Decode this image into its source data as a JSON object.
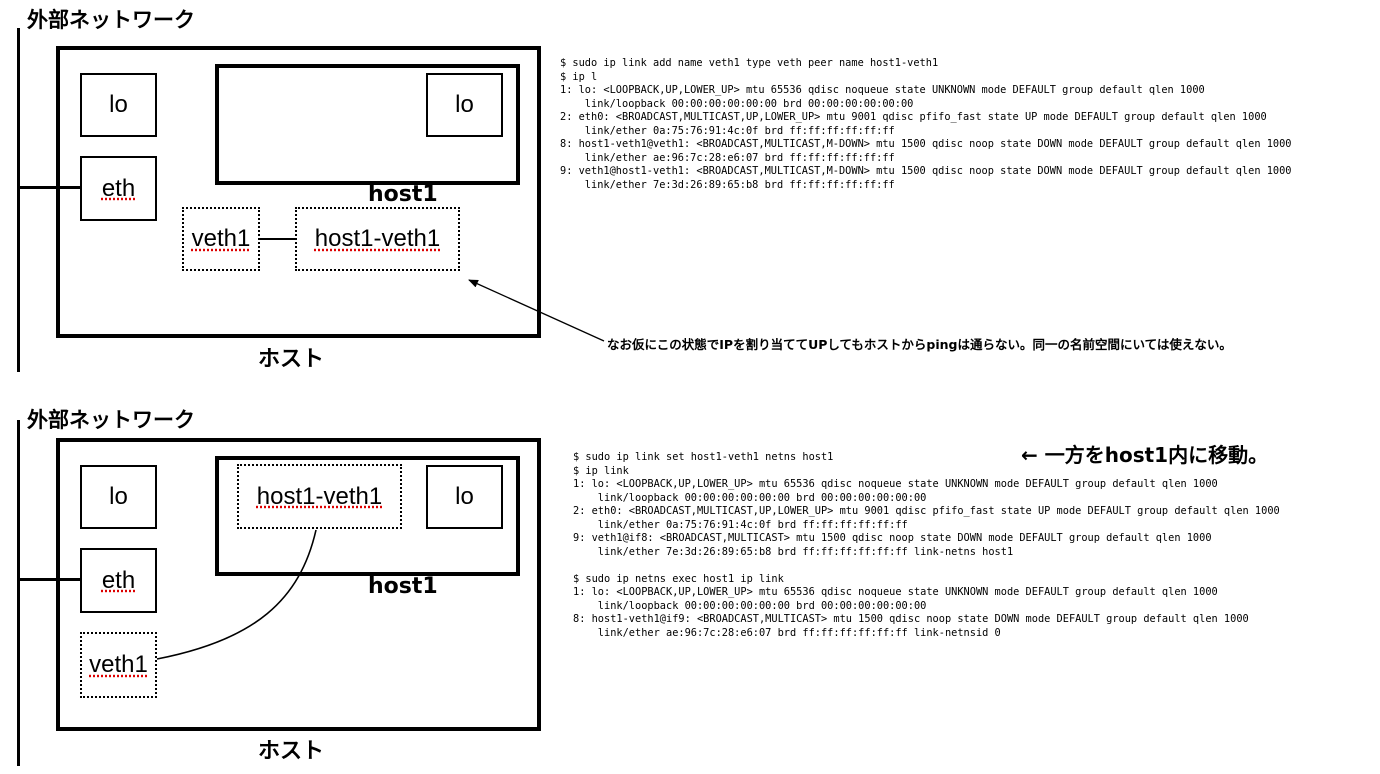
{
  "top": {
    "external_label": "外部ネットワーク",
    "lo_left": "lo",
    "eth": "eth",
    "lo_ns": "lo",
    "ns_label": "host1",
    "veth1": "veth1",
    "host1_veth1": "host1-veth1",
    "host_label": "ホスト",
    "note": "なお仮にこの状態でIPを割り当ててUPしてもホストからpingは通らない。同一の名前空間にいては使えない。",
    "terminal": [
      "$ sudo ip link add name veth1 type veth peer name host1-veth1",
      "$ ip l",
      "1: lo: <LOOPBACK,UP,LOWER_UP> mtu 65536 qdisc noqueue state UNKNOWN mode DEFAULT group default qlen 1000",
      "    link/loopback 00:00:00:00:00:00 brd 00:00:00:00:00:00",
      "2: eth0: <BROADCAST,MULTICAST,UP,LOWER_UP> mtu 9001 qdisc pfifo_fast state UP mode DEFAULT group default qlen 1000",
      "    link/ether 0a:75:76:91:4c:0f brd ff:ff:ff:ff:ff:ff",
      "8: host1-veth1@veth1: <BROADCAST,MULTICAST,M-DOWN> mtu 1500 qdisc noop state DOWN mode DEFAULT group default qlen 1000",
      "    link/ether ae:96:7c:28:e6:07 brd ff:ff:ff:ff:ff:ff",
      "9: veth1@host1-veth1: <BROADCAST,MULTICAST,M-DOWN> mtu 1500 qdisc noop state DOWN mode DEFAULT group default qlen 1000",
      "    link/ether 7e:3d:26:89:65:b8 brd ff:ff:ff:ff:ff:ff"
    ]
  },
  "bottom": {
    "external_label": "外部ネットワーク",
    "lo_left": "lo",
    "eth": "eth",
    "veth1": "veth1",
    "host1_veth1": "host1-veth1",
    "lo_ns": "lo",
    "ns_label": "host1",
    "host_label": "ホスト",
    "move_note": "← 一方をhost1内に移動。",
    "terminal": [
      "$ sudo ip link set host1-veth1 netns host1",
      "$ ip link",
      "1: lo: <LOOPBACK,UP,LOWER_UP> mtu 65536 qdisc noqueue state UNKNOWN mode DEFAULT group default qlen 1000",
      "    link/loopback 00:00:00:00:00:00 brd 00:00:00:00:00:00",
      "2: eth0: <BROADCAST,MULTICAST,UP,LOWER_UP> mtu 9001 qdisc pfifo_fast state UP mode DEFAULT group default qlen 1000",
      "    link/ether 0a:75:76:91:4c:0f brd ff:ff:ff:ff:ff:ff",
      "9: veth1@if8: <BROADCAST,MULTICAST> mtu 1500 qdisc noop state DOWN mode DEFAULT group default qlen 1000",
      "    link/ether 7e:3d:26:89:65:b8 brd ff:ff:ff:ff:ff:ff link-netns host1",
      "",
      "$ sudo ip netns exec host1 ip link",
      "1: lo: <LOOPBACK,UP,LOWER_UP> mtu 65536 qdisc noqueue state UNKNOWN mode DEFAULT group default qlen 1000",
      "    link/loopback 00:00:00:00:00:00 brd 00:00:00:00:00:00",
      "8: host1-veth1@if9: <BROADCAST,MULTICAST> mtu 1500 qdisc noop state DOWN mode DEFAULT group default qlen 1000",
      "    link/ether ae:96:7c:28:e6:07 brd ff:ff:ff:ff:ff:ff link-netnsid 0"
    ]
  }
}
